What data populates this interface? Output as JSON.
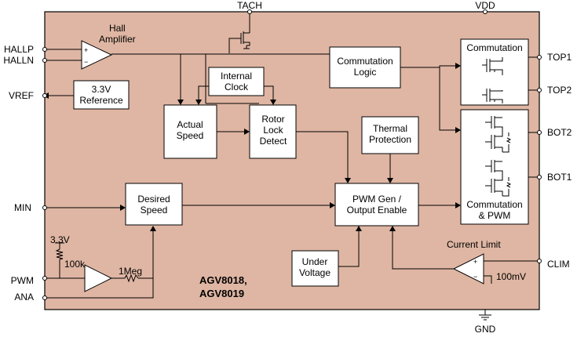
{
  "pins": {
    "tach": "TACH",
    "vdd": "VDD",
    "hallp": "HALLP",
    "halln": "HALLN",
    "vref": "VREF",
    "min": "MIN",
    "pwm": "PWM",
    "ana": "ANA",
    "gnd": "GND",
    "top1": "TOP1",
    "top2": "TOP2",
    "bot2": "BOT2",
    "bot1": "BOT1",
    "clim": "CLIM"
  },
  "blocks": {
    "hall_amp": [
      "Hall",
      "Amplifier"
    ],
    "reference": [
      "3.3V",
      "Reference"
    ],
    "internal_clock": [
      "Internal",
      "Clock"
    ],
    "actual_speed": [
      "Actual",
      "Speed"
    ],
    "rotor_lock": [
      "Rotor",
      "Lock",
      "Detect"
    ],
    "commutation_logic": [
      "Commutation",
      "Logic"
    ],
    "thermal": [
      "Thermal",
      "Protection"
    ],
    "desired_speed": [
      "Desired",
      "Speed"
    ],
    "pwm_gen": [
      "PWM Gen /",
      "Output Enable"
    ],
    "under_voltage": [
      "Under",
      "Voltage"
    ],
    "commutation_top": "Commutation",
    "commutation_pwm": [
      "Commutation",
      "& PWM"
    ],
    "current_limit": "Current  Limit"
  },
  "components": {
    "v33": "3.3V",
    "r100k": "100k",
    "r1meg": "1Meg",
    "v100mv": "100mV",
    "plus": "+",
    "minus": "−"
  },
  "part": [
    "AGV8018,",
    "AGV8019"
  ]
}
